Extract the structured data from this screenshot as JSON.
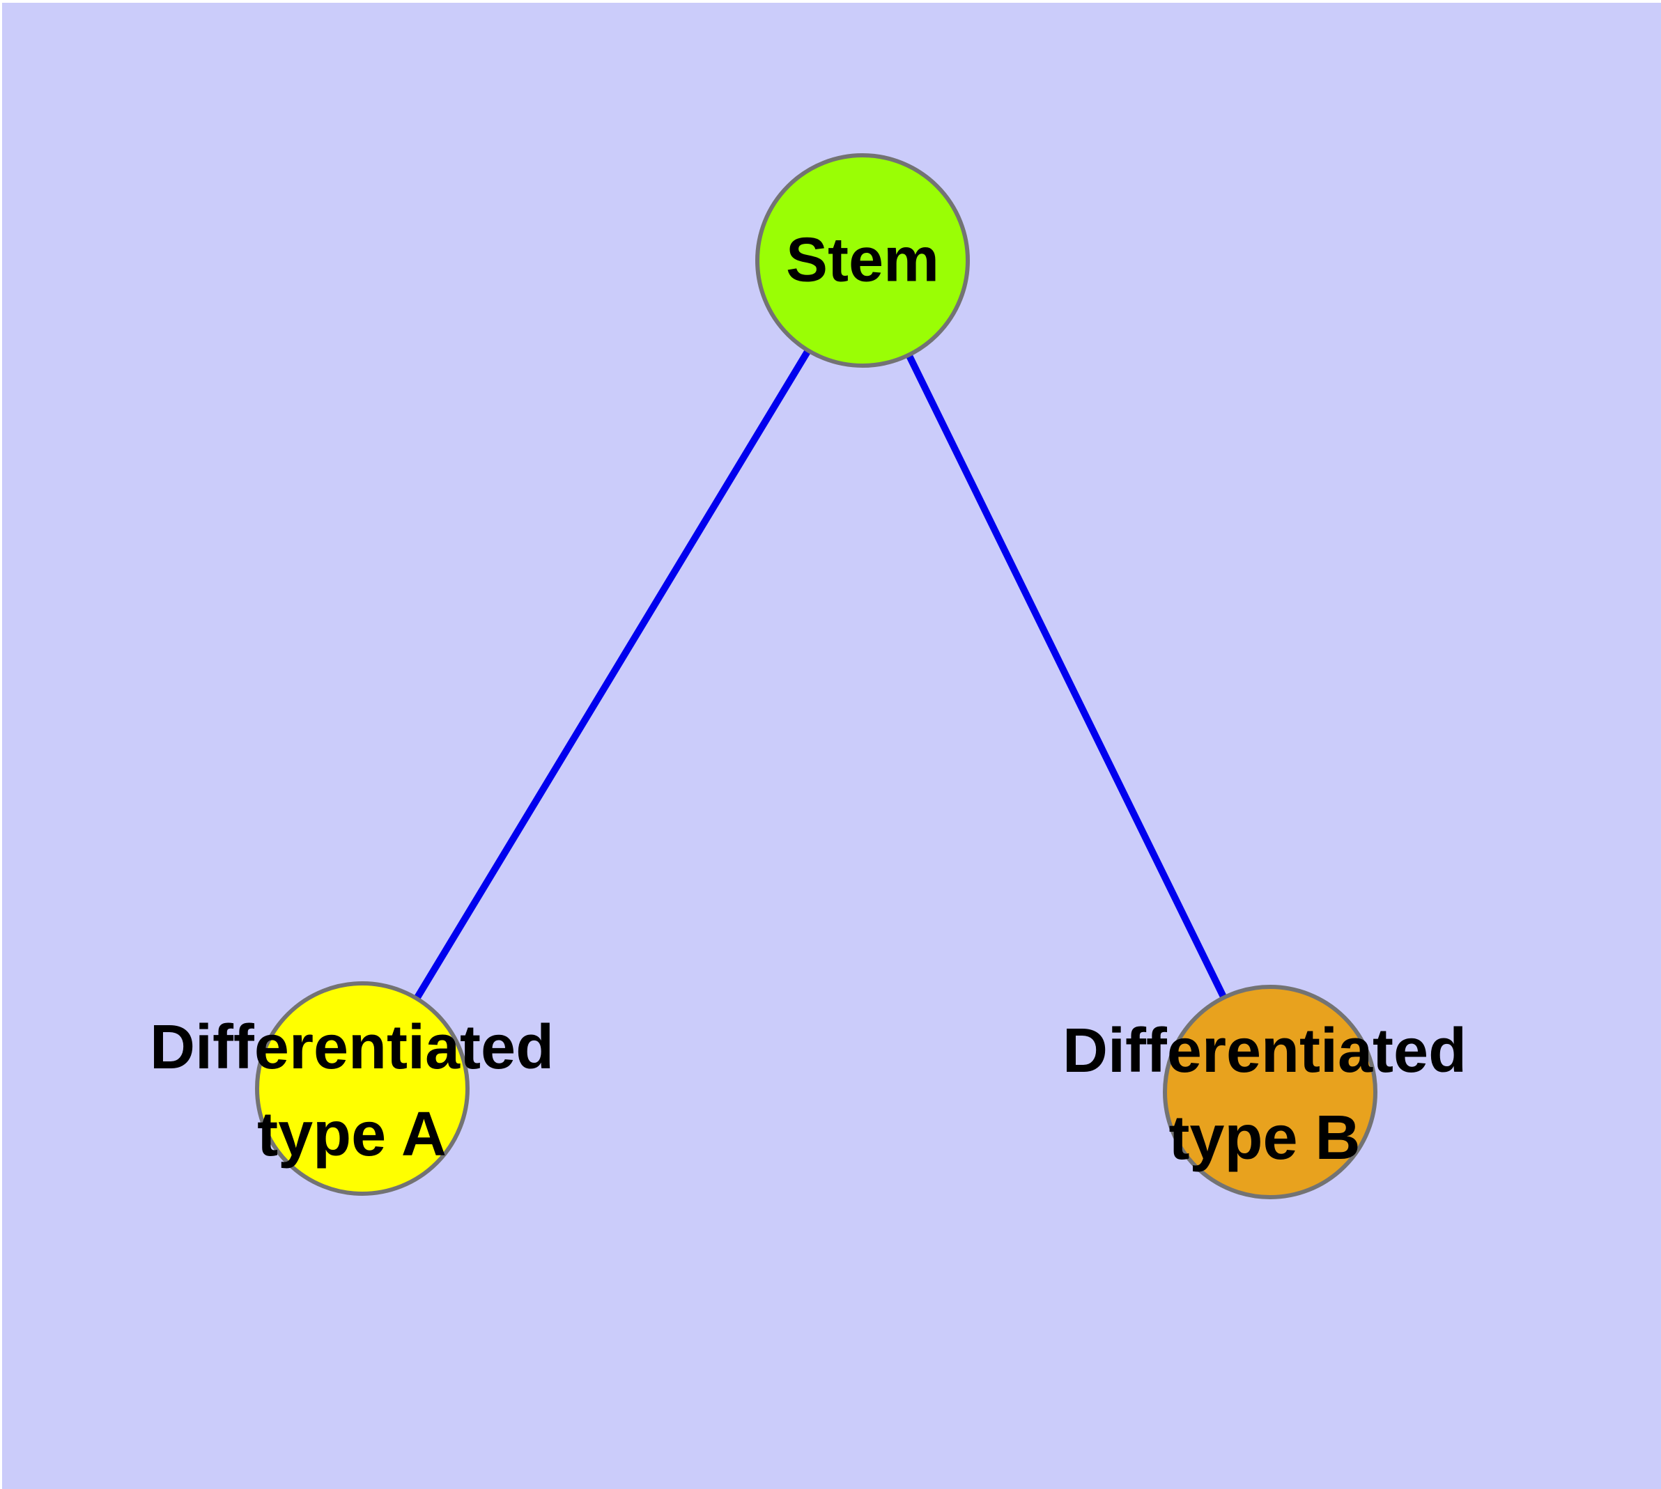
{
  "diagram": {
    "background_color": "#CBCCFA",
    "text_color": "#000000",
    "node_border_color": "#737373",
    "edge_color": "#0000EE",
    "nodes": [
      {
        "id": "stem",
        "label": "Stem",
        "fill": "#9AFE05"
      },
      {
        "id": "differentiated-type-a",
        "label_line1": "Differentiated",
        "label_line2": "type A",
        "fill": "#FFFF00"
      },
      {
        "id": "differentiated-type-b",
        "label_line1": "Differentiated",
        "label_line2": "type B",
        "fill": "#E8A21E"
      }
    ],
    "edges": [
      {
        "from": "Stem",
        "to": "Differentiated type A"
      },
      {
        "from": "Stem",
        "to": "Differentiated type B"
      }
    ]
  }
}
